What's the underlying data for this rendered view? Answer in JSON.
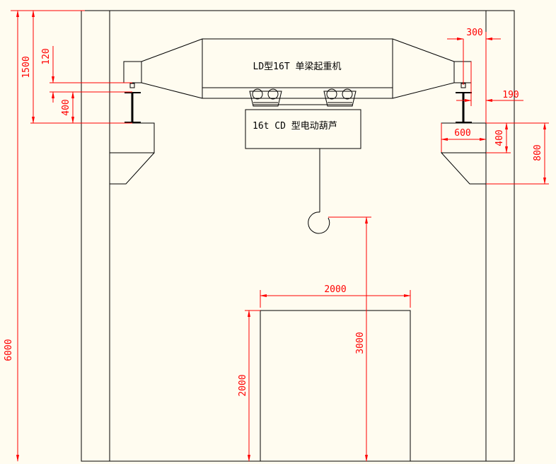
{
  "labels": {
    "crane": "LD型16T 单梁起重机",
    "hoist": "16t CD 型电动葫芦"
  },
  "dimensions": {
    "total_height": "6000",
    "rail_top": "1500",
    "rail_gap": "120",
    "rail_height_left": "400",
    "end_offset": "300",
    "clearance": "190",
    "corbel_width": "600",
    "corbel_top_height": "400",
    "corbel_total_height": "800",
    "door_width": "2000",
    "door_height": "2000",
    "hook_height": "3000"
  },
  "colors": {
    "line": "#000000",
    "dimension": "#ff0000",
    "background": "#fffcf0"
  }
}
